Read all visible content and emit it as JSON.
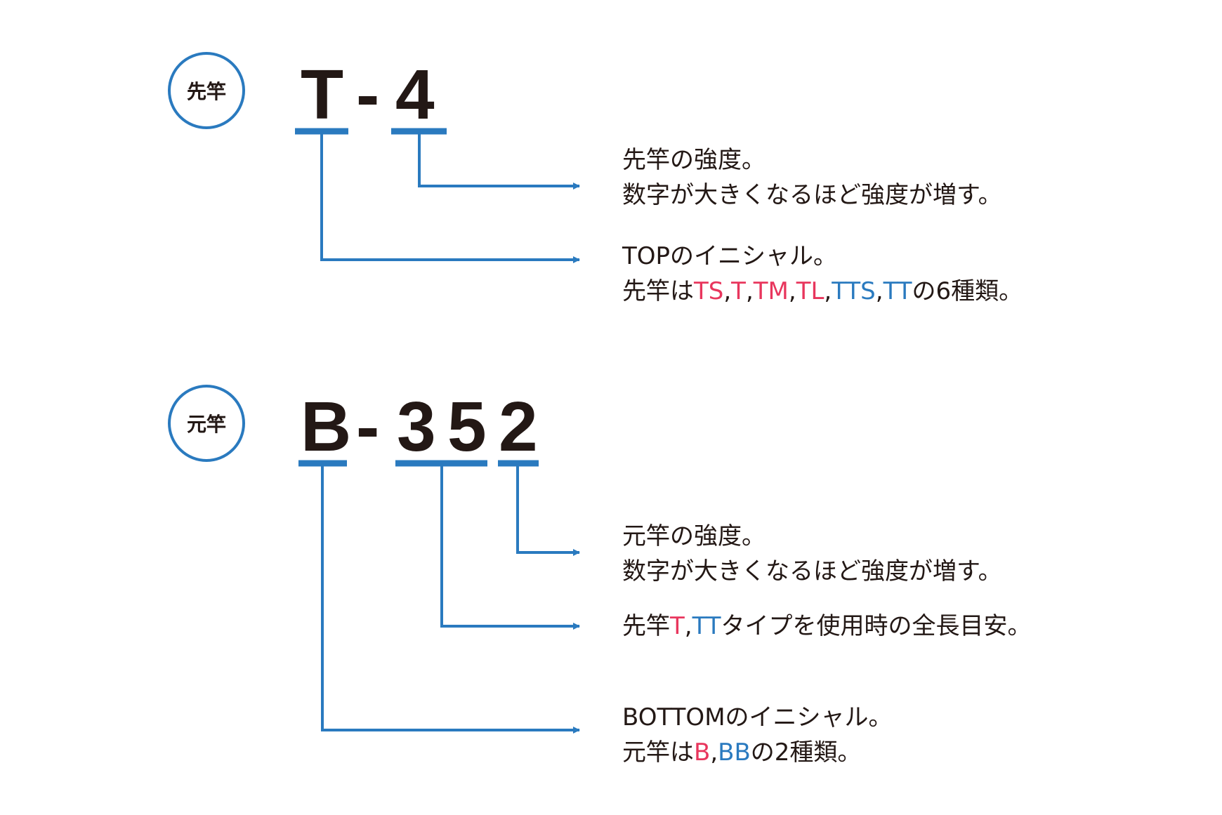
{
  "colors": {
    "accent_blue": "#2a7abf",
    "accent_pink": "#e8365d",
    "text": "#231815"
  },
  "top": {
    "badge": "先竿",
    "code_parts": [
      "T",
      "-",
      "4"
    ],
    "desc_strength": [
      "先竿の強度。",
      "数字が大きくなるほど強度が増す。"
    ],
    "desc_initial_line1": "TOPのイニシャル。",
    "desc_initial_line2": {
      "prefix": "先竿は",
      "types": [
        {
          "text": "TS",
          "color": "pink"
        },
        {
          "text": ",",
          "color": "text"
        },
        {
          "text": "T",
          "color": "pink"
        },
        {
          "text": ",",
          "color": "text"
        },
        {
          "text": "TM",
          "color": "pink"
        },
        {
          "text": ",",
          "color": "text"
        },
        {
          "text": "TL",
          "color": "pink"
        },
        {
          "text": ",",
          "color": "text"
        },
        {
          "text": "TTS",
          "color": "blue"
        },
        {
          "text": ",",
          "color": "text"
        },
        {
          "text": "TT",
          "color": "blue"
        }
      ],
      "suffix": "の6種類。"
    }
  },
  "bottom": {
    "badge": "元竿",
    "code_parts": [
      "B",
      "-",
      "3",
      "5",
      "2"
    ],
    "desc_strength": [
      "元竿の強度。",
      "数字が大きくなるほど強度が増す。"
    ],
    "desc_length": {
      "prefix": "先竿",
      "t": "T",
      "comma": ",",
      "tt": "TT",
      "suffix": "タイプを使用時の全長目安。"
    },
    "desc_initial_line1": "BOTTOMのイニシャル。",
    "desc_initial_line2": {
      "prefix": "元竿は",
      "b": "B",
      "comma": ",",
      "bb": "BB",
      "suffix": "の2種類。"
    }
  }
}
